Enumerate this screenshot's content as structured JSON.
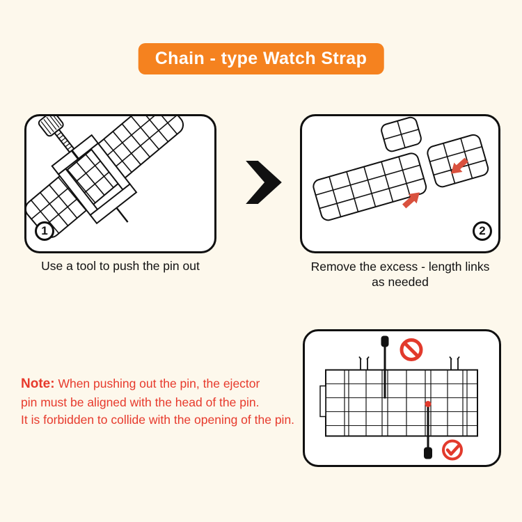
{
  "page": {
    "background_color": "#fdf8ec"
  },
  "title": {
    "text": "Chain - type Watch Strap",
    "bg_color": "#f5821f",
    "text_color": "#ffffff"
  },
  "arrow": {
    "icon": "chevron-right",
    "color": "#111111"
  },
  "steps": [
    {
      "number": "1",
      "caption": "Use a tool to push the pin out",
      "illustration": "pin-removal-tool"
    },
    {
      "number": "2",
      "caption_line1": "Remove the excess - length links",
      "caption_line2": "as needed",
      "illustration": "separated-watch-links",
      "arrow_color": "#d9513e"
    }
  ],
  "note": {
    "label": "Note:",
    "lines": [
      "When pushing out the pin, the ejector",
      "pin must be aligned with the head of the pin.",
      "It is forbidden to collide with the opening of the pin."
    ],
    "color": "#e73a2c"
  },
  "detail_panel": {
    "illustration": "pin-alignment-cross-section",
    "prohibition_icon": "no-entry",
    "approved_icon": "check-circle",
    "accent_color": "#e23a2c"
  }
}
